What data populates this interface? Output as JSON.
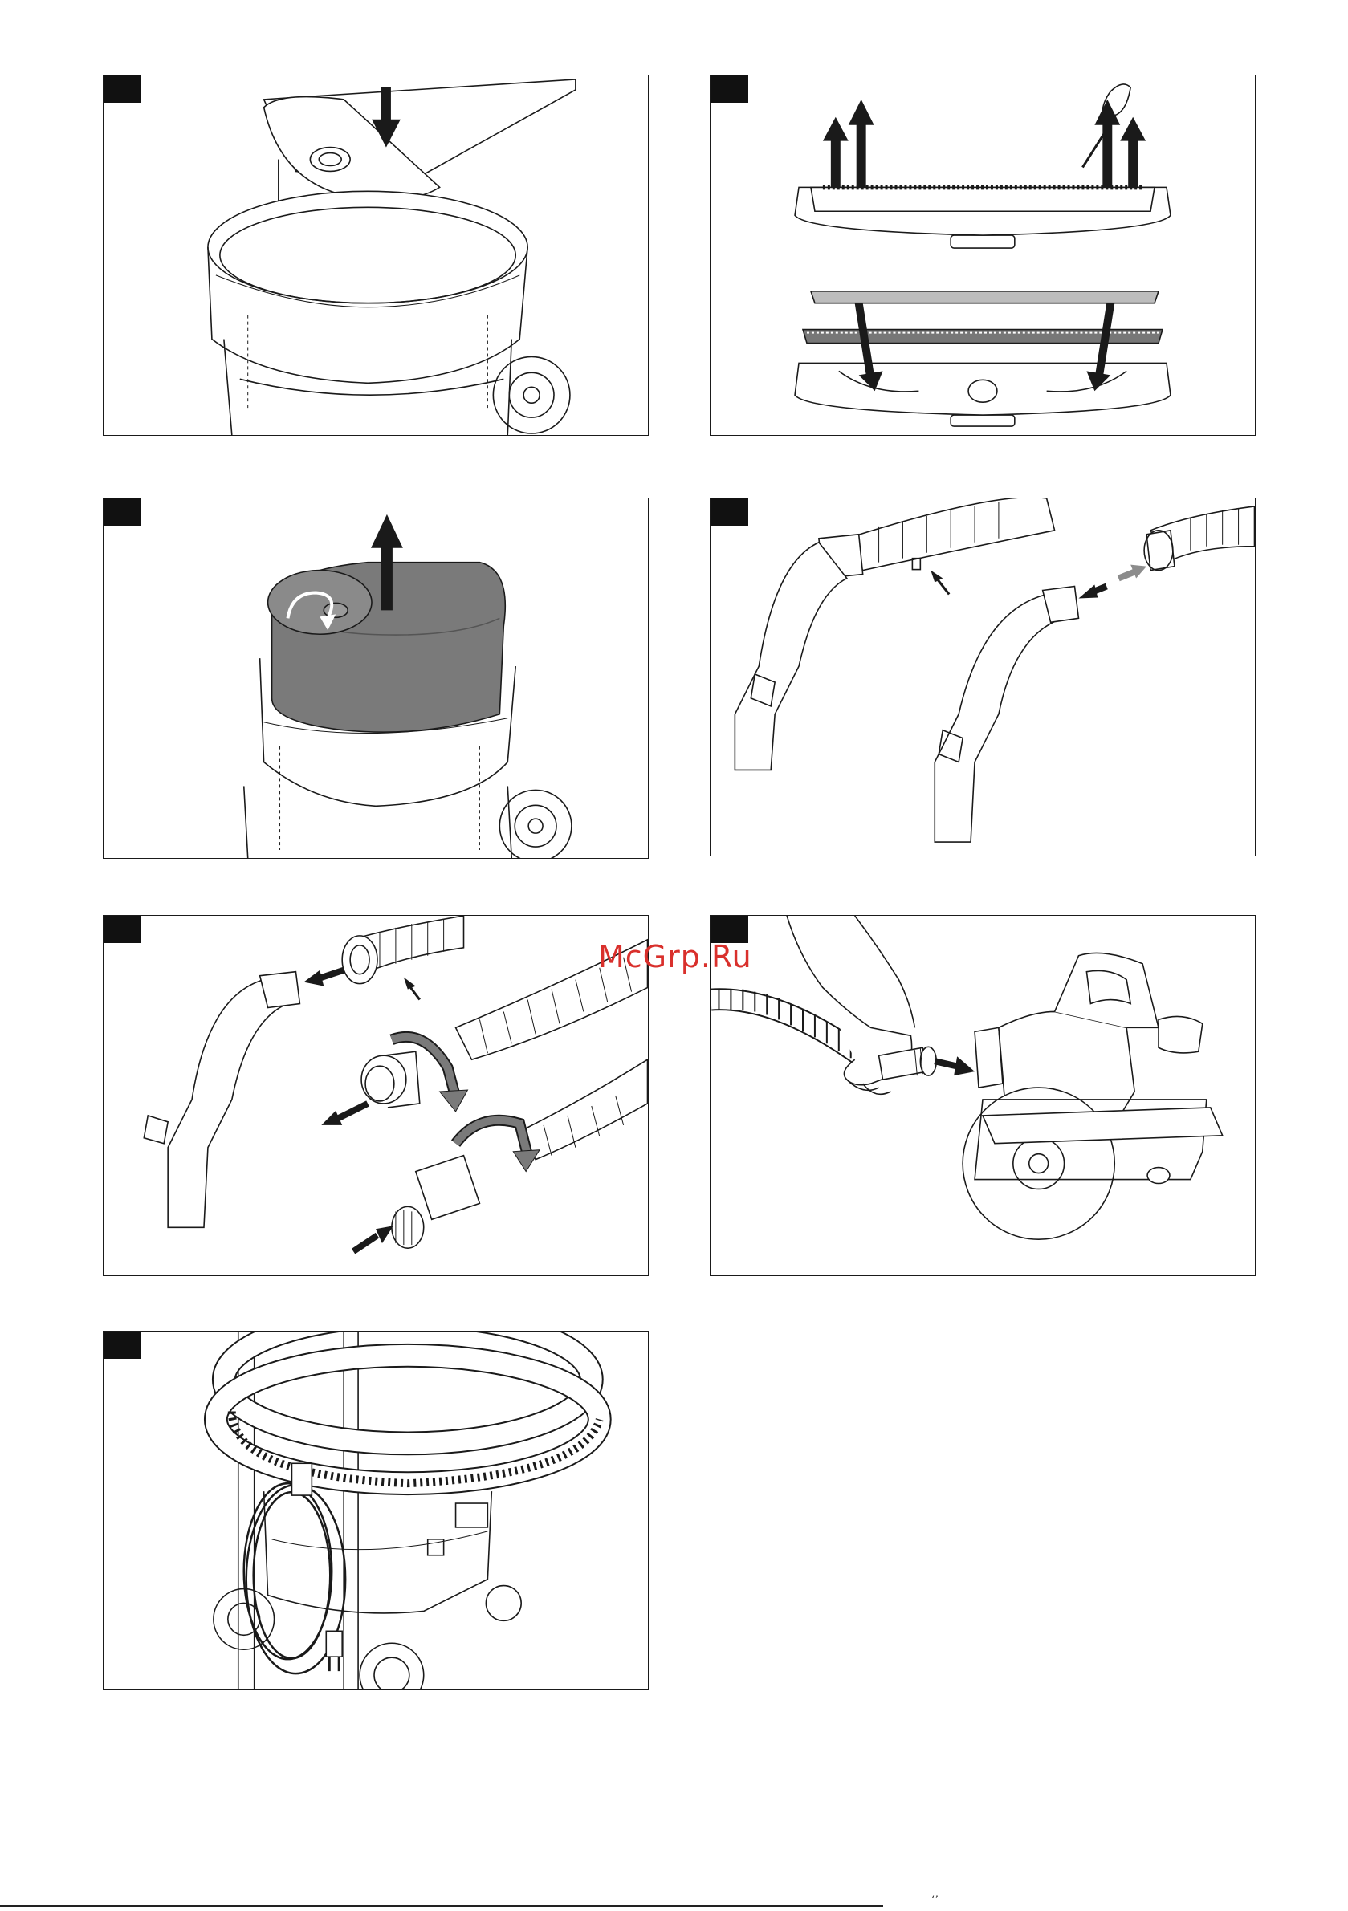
{
  "watermark": "McGrp.Ru",
  "footer": {
    "mark": "‘’"
  },
  "colors": {
    "line": "#1a1a1a",
    "fill_gray": "#7a7a7a",
    "arrow_gray": "#8c8c8c",
    "watermark": "#d9302c"
  },
  "panels": [
    {
      "name": "filter-bag-insert",
      "icons": [
        "down-arrow-icon"
      ]
    },
    {
      "name": "floor-nozzle-strips",
      "icons": [
        "up-arrow-icon",
        "screwdriver-icon",
        "down-arrow-icon"
      ]
    },
    {
      "name": "filter-cover-remove",
      "icons": [
        "rotate-arrow-icon",
        "up-arrow-icon"
      ]
    },
    {
      "name": "hose-handle-detach",
      "icons": [
        "latch-pointer-icon",
        "double-arrow-icon"
      ]
    },
    {
      "name": "hose-adapter-change",
      "icons": [
        "latch-pointer-icon",
        "rotate-arrow-icon",
        "left-arrow-icon",
        "right-arrow-icon"
      ]
    },
    {
      "name": "power-tool-connection",
      "icons": [
        "right-arrow-icon"
      ]
    },
    {
      "name": "storage-cable-hose",
      "icons": []
    }
  ]
}
